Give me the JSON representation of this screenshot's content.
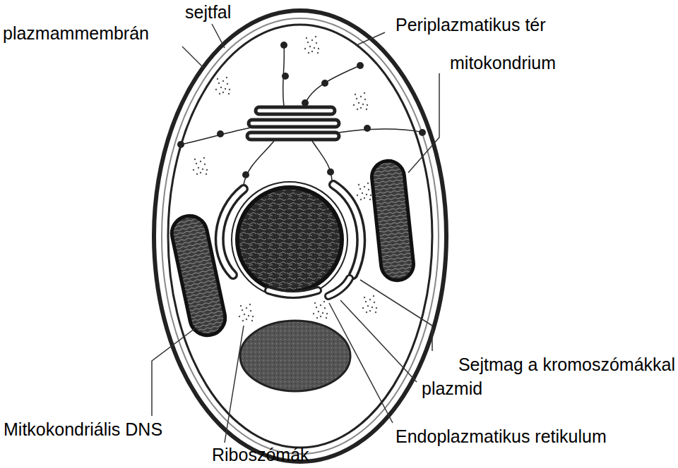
{
  "diagram": {
    "labels": [
      "plazmammembrán",
      "sejtfal",
      "Periplazmatikus tér",
      "mitokondrium",
      "Sejtmag a kromoszómákkal",
      "plazmid",
      "Mitkokondriális DNS",
      "Riboszómák",
      "Endoplazmatikus retikulum"
    ]
  }
}
